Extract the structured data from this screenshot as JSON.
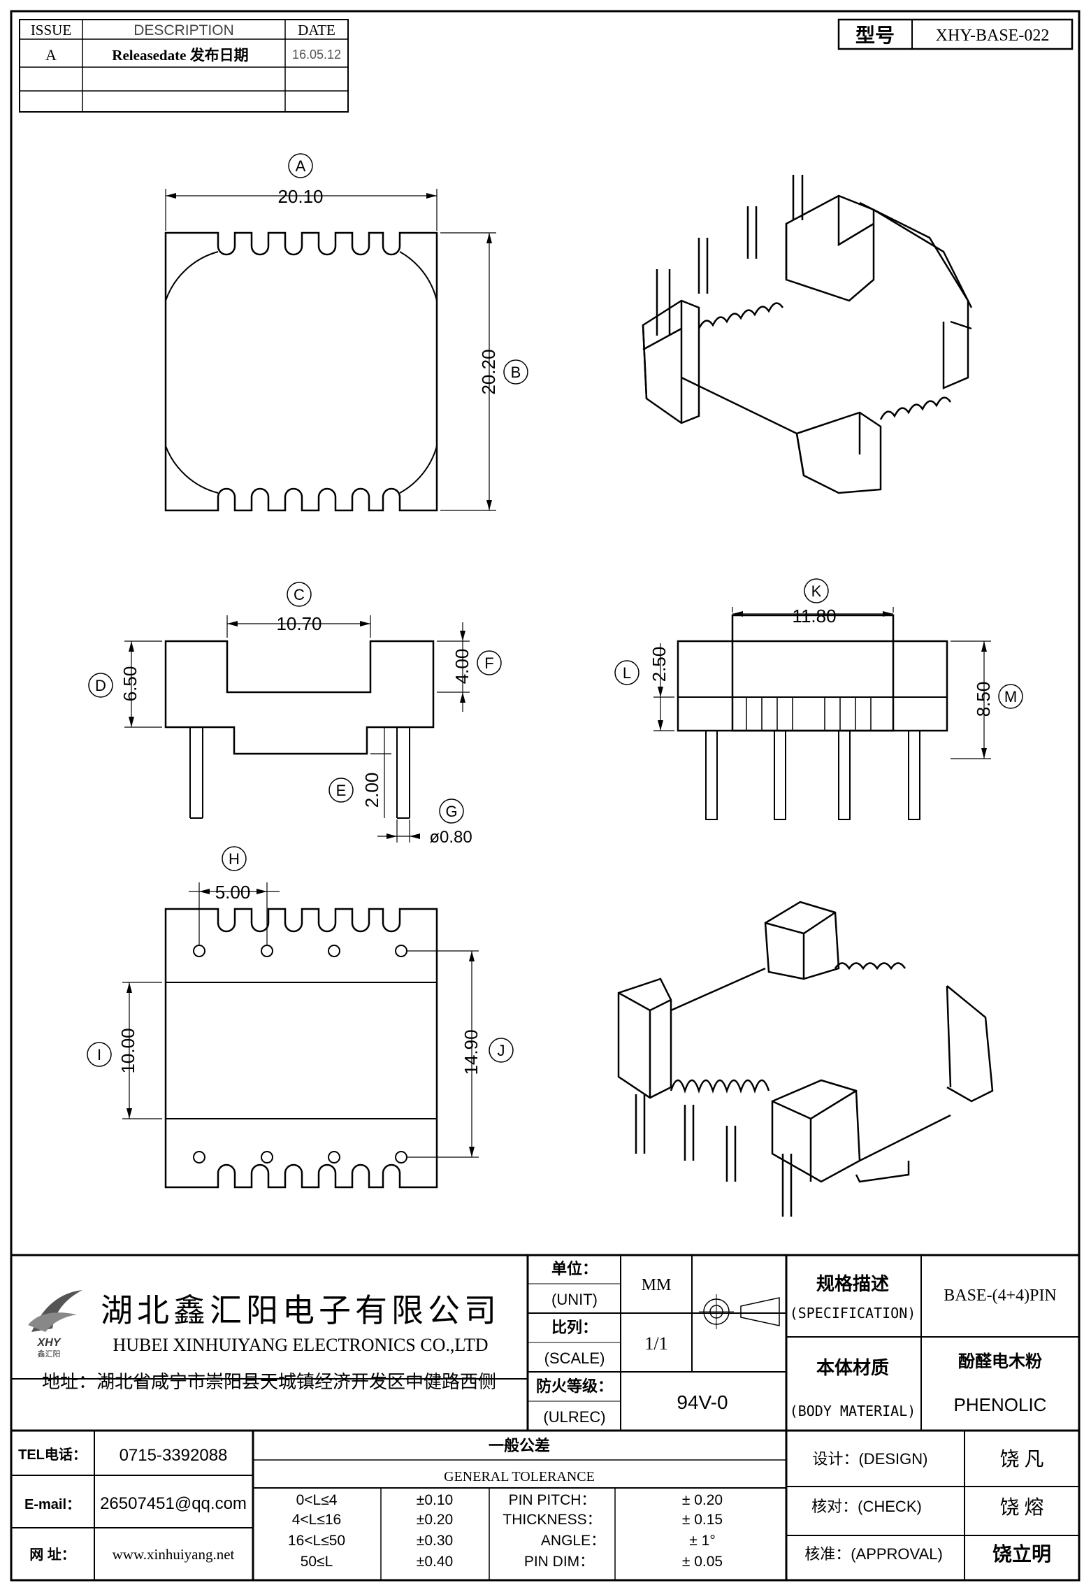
{
  "revision_table": {
    "headers": {
      "issue": "ISSUE",
      "description": "DESCRIPTION",
      "date": "DATE"
    },
    "rows": [
      {
        "issue": "A",
        "description": "Releasedate 发布日期",
        "date": "16.05.12"
      }
    ]
  },
  "model": {
    "label": "型号",
    "value": "XHY-BASE-022"
  },
  "top_view": {
    "A_label": "A",
    "A_value": "20.10",
    "B_label": "B",
    "B_value": "20.20"
  },
  "front_view": {
    "C_label": "C",
    "C_value": "10.70",
    "D_label": "D",
    "D_value": "6.50",
    "F_label": "F",
    "F_value": "4.00",
    "E_label": "E",
    "E_value": "2.00",
    "G_label": "G",
    "G_value": "ø0.80"
  },
  "side_view": {
    "K_label": "K",
    "K_value": "11.80",
    "L_label": "L",
    "L_value": "2.50",
    "M_label": "M",
    "M_value": "8.50"
  },
  "bottom_view": {
    "H_label": "H",
    "H_value": "5.00",
    "I_label": "I",
    "I_value": "10.00",
    "J_label": "J",
    "J_value": "14.90"
  },
  "company": {
    "name_cn": "湖北鑫汇阳电子有限公司",
    "name_en": "HUBEI XINHUIYANG ELECTRONICS CO.,LTD",
    "logo_text": "XHY",
    "logo_sub": "鑫汇阳",
    "address": "地址：湖北省咸宁市崇阳县天城镇经济开发区中健路西侧"
  },
  "title_block": {
    "unit_cn": "单位：",
    "unit_en": "(UNIT)",
    "unit_value": "MM",
    "scale_cn": "比列：",
    "scale_en": "(SCALE)",
    "scale_value": "1/1",
    "ulrec_cn": "防火等级：",
    "ulrec_en": "(ULREC)",
    "ulrec_value": "94V-0",
    "spec_cn": "规格描述",
    "spec_en": "(SPECIFICATION)",
    "spec_value": "BASE-(4+4)PIN",
    "material_cn": "本体材质",
    "material_en": "(BODY MATERIAL)",
    "material_value_cn": "酚醛电木粉",
    "material_value_en": "PHENOLIC"
  },
  "contact": {
    "tel_label": "TEL电话：",
    "tel_value": "0715-3392088",
    "email_label": "E-mail：",
    "email_value": "26507451@qq.com",
    "web_label": "网  址：",
    "web_value": "www.xinhuiyang.net"
  },
  "tolerance": {
    "title_cn": "一般公差",
    "title_en": "GENERAL TOLERANCE",
    "rows": [
      {
        "range": "0<L≤4",
        "tol": "±0.10",
        "item": "PIN PITCH：",
        "value": "±  0.20"
      },
      {
        "range": "4<L≤16",
        "tol": "±0.20",
        "item": "THICKNESS：",
        "value": "±  0.15"
      },
      {
        "range": "16<L≤50",
        "tol": "±0.30",
        "item": "ANGLE：",
        "value": "±  1°"
      },
      {
        "range": "50≤L",
        "tol": "±0.40",
        "item": "PIN DIM：",
        "value": "±  0.05"
      }
    ]
  },
  "approvals": {
    "design_label": "设计：(DESIGN)",
    "design_name": "饶  凡",
    "check_label": "核对：(CHECK)",
    "check_name": "饶  熔",
    "approval_label": "核准：(APPROVAL)",
    "approval_name": "饶立明"
  }
}
